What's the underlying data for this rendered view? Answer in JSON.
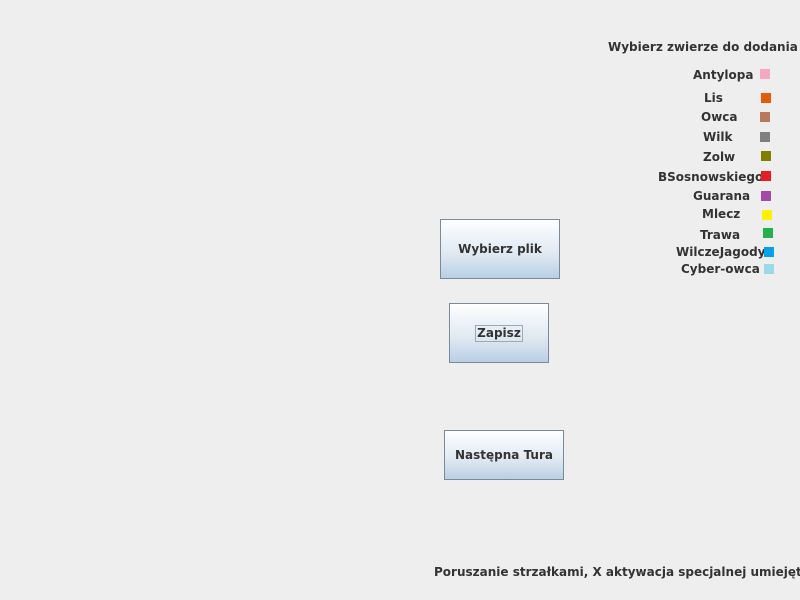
{
  "legend": {
    "title": "Wybierz zwierze do dodania",
    "items": [
      {
        "label": "Antylopa",
        "color": "#f7a6c4"
      },
      {
        "label": "Lis",
        "color": "#e35c0b"
      },
      {
        "label": "Owca",
        "color": "#b97a5c"
      },
      {
        "label": "Wilk",
        "color": "#7f7f7f"
      },
      {
        "label": "Zolw",
        "color": "#808000"
      },
      {
        "label": "BSosnowskiego",
        "color": "#e81c24"
      },
      {
        "label": "Guarana",
        "color": "#a24aa6"
      },
      {
        "label": "Mlecz",
        "color": "#fff200"
      },
      {
        "label": "Trawa",
        "color": "#22b14c"
      },
      {
        "label": "WilczeJagody",
        "color": "#00a2e8"
      },
      {
        "label": "Cyber-owca",
        "color": "#99d9ea"
      }
    ]
  },
  "buttons": {
    "choose_file": "Wybierz plik",
    "save": "Zapisz",
    "next_turn": "Następna Tura"
  },
  "footer": {
    "hint": "Poruszanie strzałkami, X aktywacja specjalnej umiejętności"
  }
}
